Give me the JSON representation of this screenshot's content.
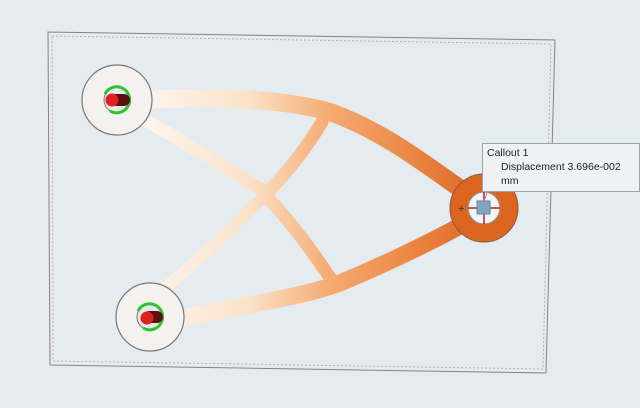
{
  "callout": {
    "title": "Callout 1",
    "label": "Displacement",
    "value": "3.696e-002",
    "unit": "mm"
  },
  "colors": {
    "background": "#e4ecf0",
    "low": "#fbf3ea",
    "mid": "#f5a66a",
    "high": "#d9621a",
    "fixture": "#2fc42f",
    "load": "#e02020"
  }
}
